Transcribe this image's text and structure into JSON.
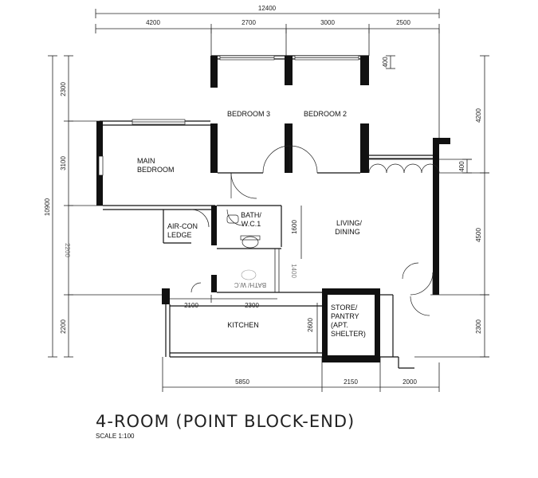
{
  "title": "4-ROOM (POINT BLOCK-END)",
  "scale": "SCALE 1:100",
  "top_total": "12400",
  "top_dims": [
    "4200",
    "2700",
    "3000",
    "2500"
  ],
  "left_total": "10900",
  "left_dims": [
    "2300",
    "3100",
    "2200"
  ],
  "left_dim_mirrored": "2200",
  "right_dims": [
    "4200",
    "4500",
    "2300"
  ],
  "right_small_dims": [
    "400",
    "400"
  ],
  "bottom_dims": [
    "5850",
    "2150",
    "2000"
  ],
  "inner_dims": {
    "kitchen_left": "2100",
    "kitchen_right": "2300",
    "bath_height": "1600",
    "kitchen_height": "2600",
    "bath_side": "1400",
    "bath_mirrored": "BATH/ W.C"
  },
  "rooms": {
    "bedroom3": "BEDROOM 3",
    "bedroom2": "BEDROOM 2",
    "main_bedroom_line1": "MAIN",
    "main_bedroom_line2": "BEDROOM",
    "living_line1": "LIVING/",
    "living_line2": "DINING",
    "bath_line1": "BATH/",
    "bath_line2": "W.C.1",
    "aircon_line1": "AIR-CON",
    "aircon_line2": "LEDGE",
    "kitchen": "KITCHEN",
    "store_line1": "STORE/",
    "store_line2": "PANTRY",
    "store_line3": "(APT.",
    "store_line4": "SHELTER)"
  }
}
